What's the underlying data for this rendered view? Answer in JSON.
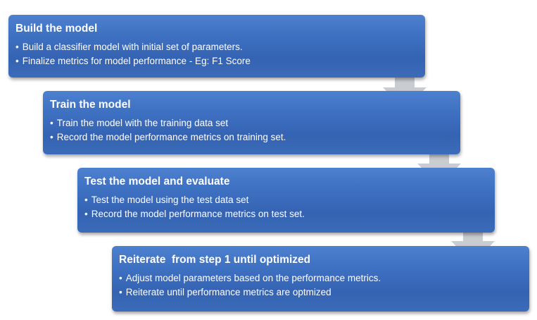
{
  "steps": [
    {
      "title": "Build the model",
      "bullets": [
        "Build a classifier model with initial set of parameters.",
        "Finalize metrics for model performance - Eg: F1 Score"
      ]
    },
    {
      "title": "Train the model",
      "bullets": [
        "Train the model with the training data set",
        "Record the model performance metrics on training set."
      ]
    },
    {
      "title": "Test the model and evaluate",
      "bullets": [
        "Test the model using the test data set",
        "Record the model performance metrics on test set."
      ]
    },
    {
      "title": "Reiterate  from step 1 until optimized",
      "bullets": [
        "Adjust model parameters based on the performance metrics.",
        "Reiterate until performance metrics are optmized"
      ]
    }
  ],
  "bullet_glyph": "•",
  "colors": {
    "box": "#3e70c1",
    "arrow": "#c9ccd1",
    "text": "#ffffff"
  }
}
